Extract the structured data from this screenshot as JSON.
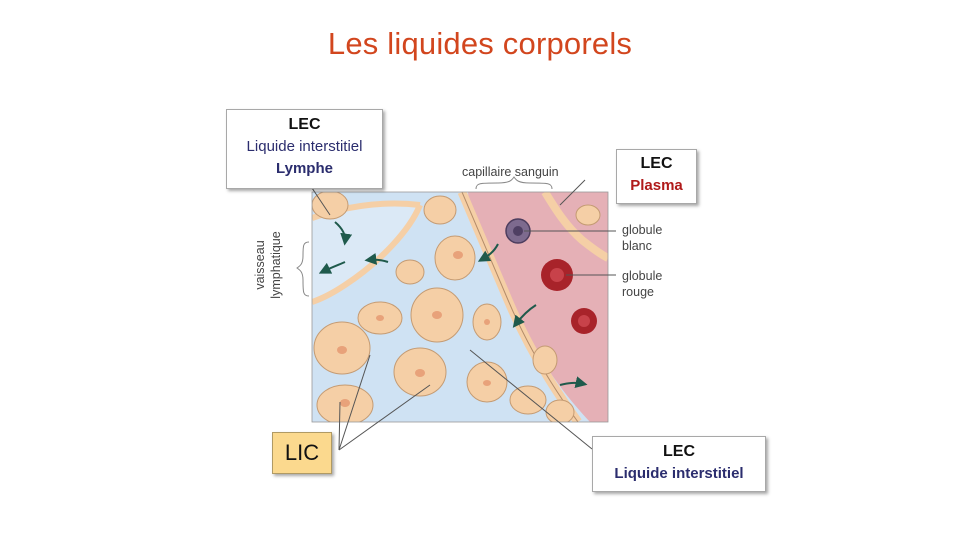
{
  "title": "Les liquides corporels",
  "boxes": {
    "lymph": {
      "line1": "LEC",
      "line2": "Liquide interstitiel",
      "line3": "Lymphe"
    },
    "plasma": {
      "line1": "LEC",
      "line2": "Plasma"
    },
    "interstitial": {
      "line1": "LEC",
      "line2": "Liquide interstitiel"
    },
    "lic": {
      "label": "LIC"
    }
  },
  "figure_labels": {
    "capillary": "capillaire sanguin",
    "lymph_vessel_1": "vaisseau",
    "lymph_vessel_2": "lymphatique",
    "wbc_1": "globule",
    "wbc_2": "blanc",
    "rbc_1": "globule",
    "rbc_2": "rouge"
  },
  "colors": {
    "title": "#d2461e",
    "interstitial_fluid": "#cfe2f3",
    "plasma": "#e7b3b8",
    "cell": "#f5cfa6",
    "red_blood_cell": "#a8232a",
    "white_blood_cell": "#6e5a7f",
    "lic_box": "#fbd98e"
  }
}
